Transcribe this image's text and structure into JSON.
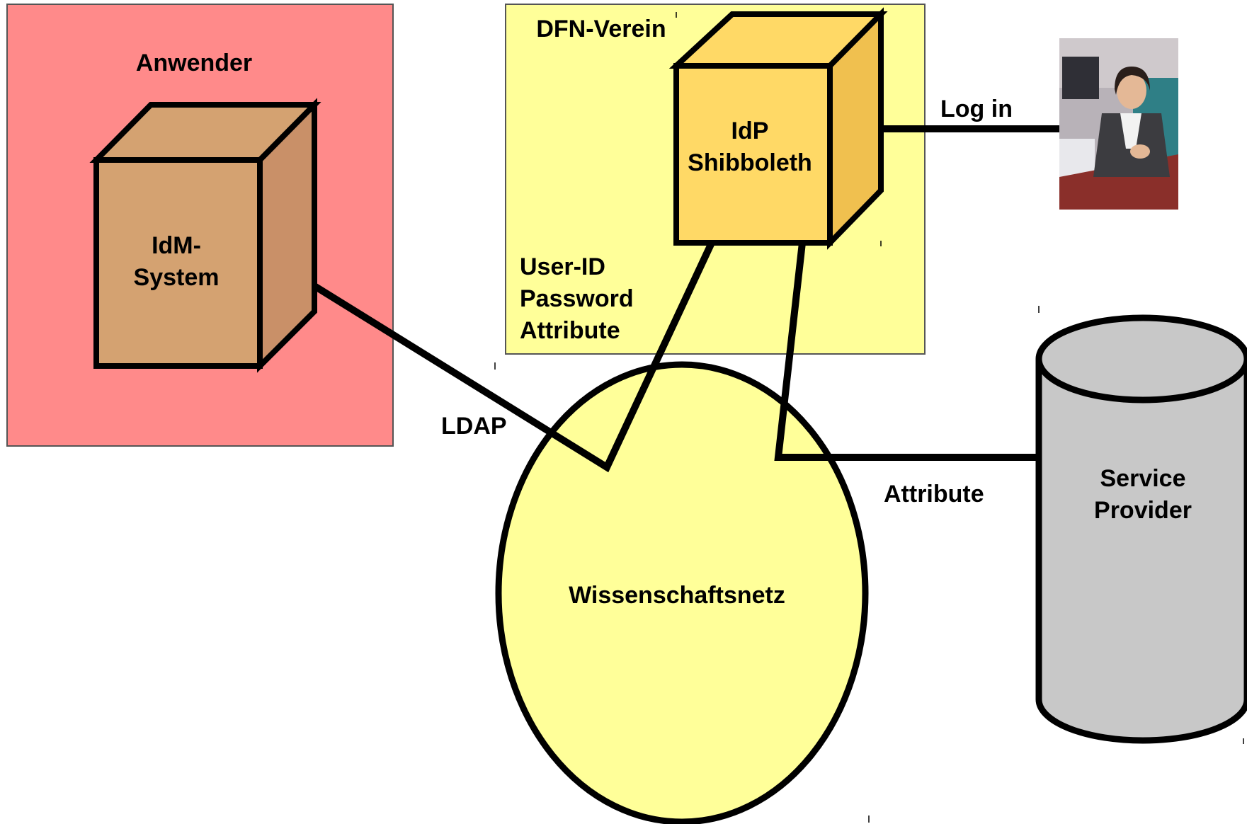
{
  "zones": {
    "anwender": {
      "label": "Anwender",
      "color": "#ff8a8a"
    },
    "dfn": {
      "label": "DFN-Verein",
      "color": "#ffff99"
    }
  },
  "nodes": {
    "idm": {
      "line1": "IdM-",
      "line2": "System",
      "front": "#d4a271",
      "side": "#c99068"
    },
    "idp": {
      "line1": "IdP",
      "line2": "Shibboleth",
      "front": "#ffd966",
      "side": "#f0c04f"
    },
    "network": {
      "label": "Wissenschaftsnetz",
      "color": "#ffff99"
    },
    "sp": {
      "line1": "Service",
      "line2": "Provider",
      "color": "#c8c8c8"
    },
    "user": {
      "photo": "person-at-desk-photo"
    }
  },
  "credentials": {
    "line1": "User-ID",
    "line2": "Password",
    "line3": "Attribute"
  },
  "edges": {
    "login": "Log in",
    "ldap": "LDAP",
    "attribute": "Attribute"
  }
}
